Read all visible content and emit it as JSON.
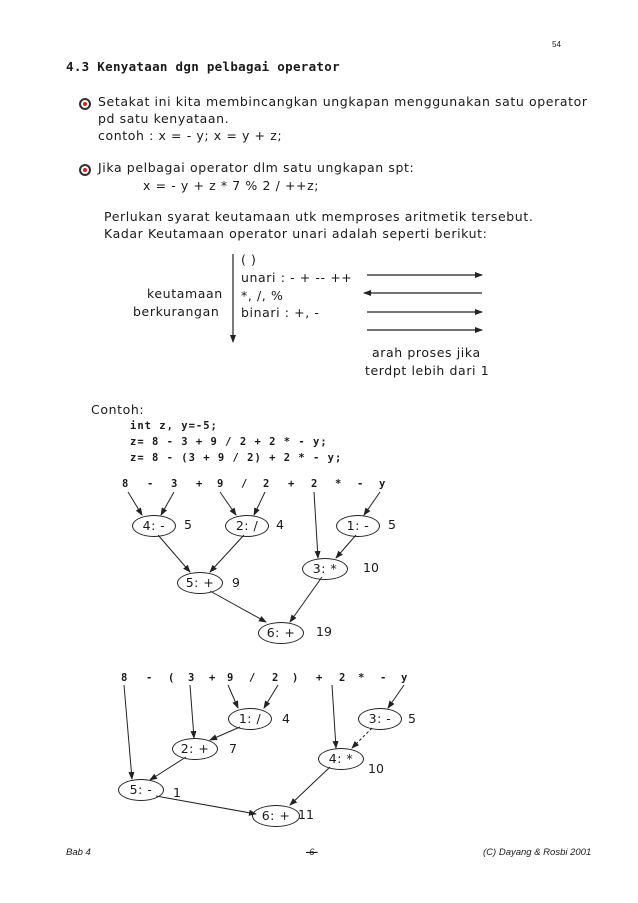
{
  "page_number": "54",
  "heading": "4.3 Kenyataan dgn pelbagai operator",
  "bullet1": {
    "line1": "Setakat ini kita membincangkan ungkapan menggunakan satu operator",
    "line2": "pd satu kenyataan.",
    "line3": "contoh : x = - y;  x  =  y  +  z;"
  },
  "bullet2": {
    "line1": "Jika pelbagai operator dlm satu ungkapan spt:",
    "line2": "x = - y  +  z  *  7  % 2  / ++z;"
  },
  "para": {
    "line1": "Perlukan syarat keutamaan utk memproses aritmetik tersebut.",
    "line2": "Kadar Keutamaan operator unari adalah seperti berikut:"
  },
  "precedence": {
    "side_label1": "keutamaan",
    "side_label2": "berkurangan",
    "rows": [
      "( )",
      "unari : - + -- ++",
      "*, /, %",
      "binari : +, -"
    ],
    "note1": "arah proses jika",
    "note2": "terdpt lebih dari 1"
  },
  "example": {
    "label": "Contoh:",
    "code1": "int  z,  y=-5;",
    "code2": "z= 8 - 3 + 9 / 2 + 2 * - y;",
    "code3": "z= 8 - (3 + 9 / 2) + 2 * - y;"
  },
  "tree1": {
    "tokens": [
      "8",
      "-",
      "3",
      "+",
      "9",
      "/",
      "2",
      "+",
      "2",
      "*",
      "-",
      "y"
    ],
    "nodes": [
      {
        "label": "4: -",
        "value": "5"
      },
      {
        "label": "2: /",
        "value": "4"
      },
      {
        "label": "1: -",
        "value": "5"
      },
      {
        "label": "3: *",
        "value": "10"
      },
      {
        "label": "5: +",
        "value": "9"
      },
      {
        "label": "6: +",
        "value": "19"
      }
    ]
  },
  "tree2": {
    "tokens": [
      "8",
      "-",
      "(",
      "3",
      "+",
      "9",
      "/",
      "2",
      ")",
      "+",
      "2",
      "*",
      "-",
      "y"
    ],
    "nodes": [
      {
        "label": "1: /",
        "value": "4"
      },
      {
        "label": "3: -",
        "value": "5"
      },
      {
        "label": "2: +",
        "value": "7"
      },
      {
        "label": "4: *",
        "value": "10"
      },
      {
        "label": "5: -",
        "value": "1"
      },
      {
        "label": "6: +",
        "value": "11"
      }
    ]
  },
  "footer": {
    "left": "Bab 4",
    "center": "-6-",
    "right": "(C) Dayang & Rosbi 2001"
  }
}
